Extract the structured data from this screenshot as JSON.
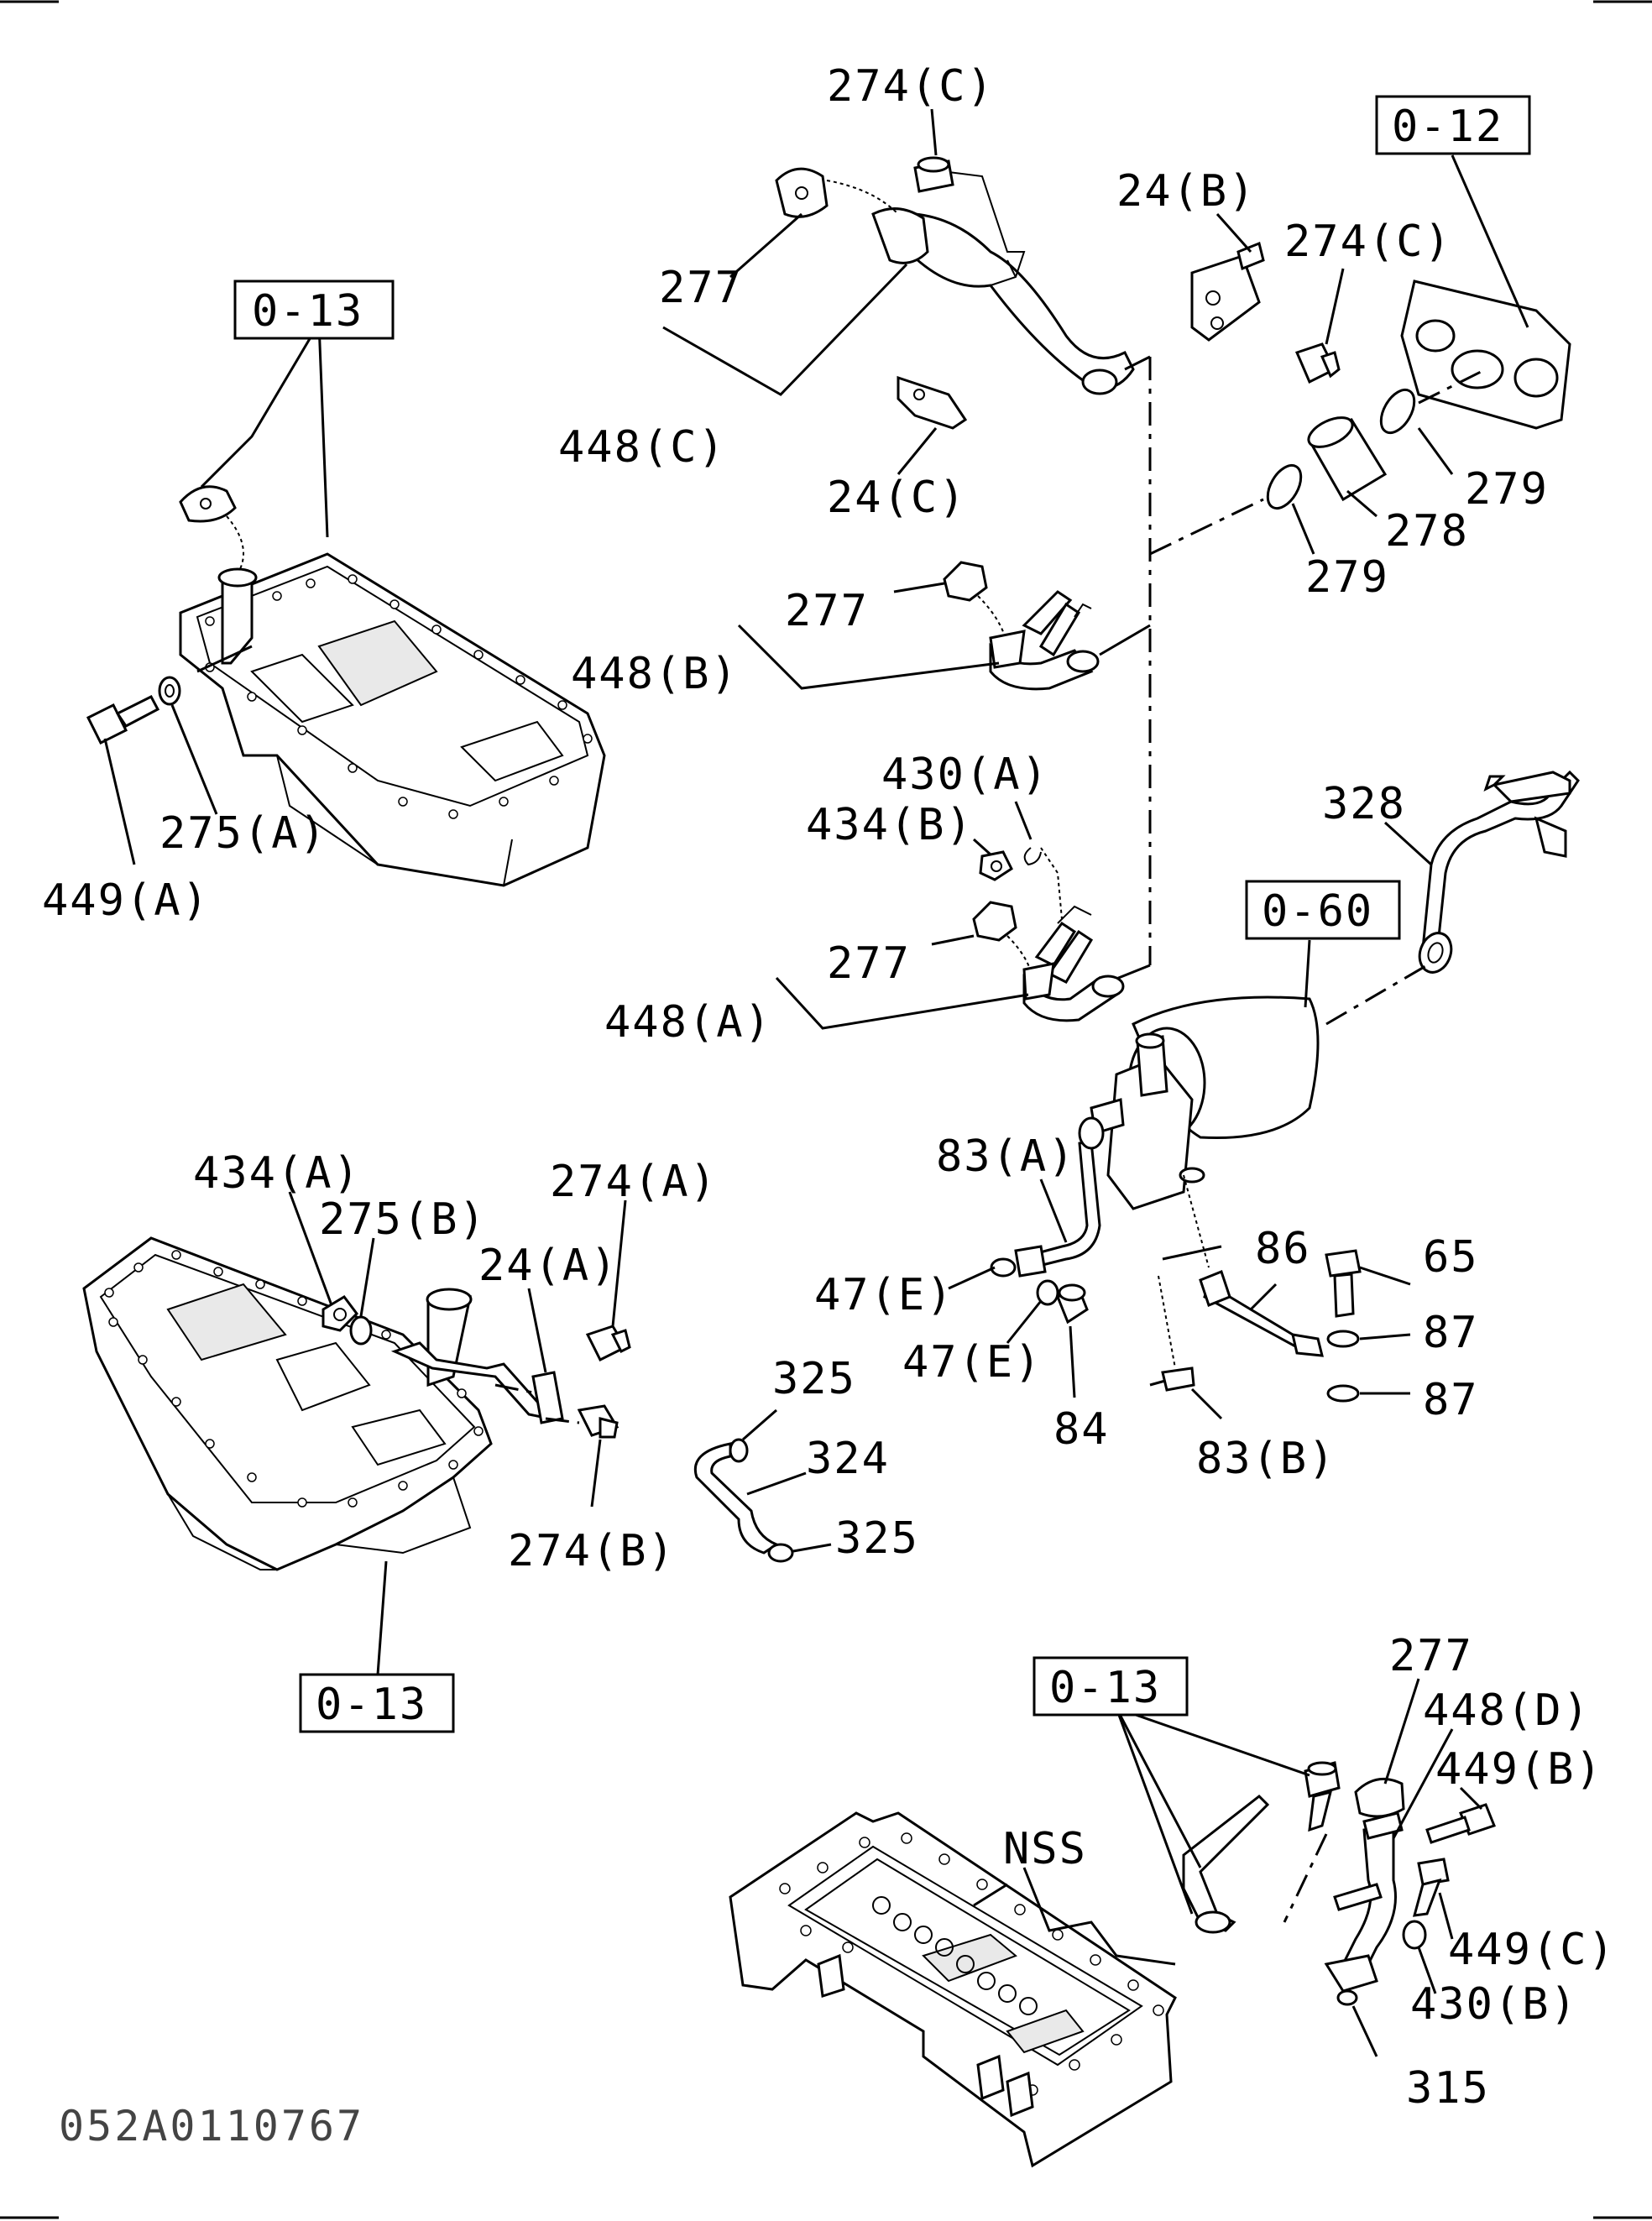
{
  "callouts": {
    "c274c_top": "274(C)",
    "c277_top": "277",
    "c448c": "448(C)",
    "c24c": "24(C)",
    "c24b": "24(B)",
    "c274c_right": "274(C)",
    "c279_right": "279",
    "c278": "278",
    "c279_mid": "279",
    "c277_mid": "277",
    "c448b": "448(B)",
    "c430a": "430(A)",
    "c434b": "434(B)",
    "c277_lower": "277",
    "c448a": "448(A)",
    "c275a": "275(A)",
    "c449a": "449(A)",
    "c328": "328",
    "c83a": "83(A)",
    "c47e_1": "47(E)",
    "c47e_2": "47(E)",
    "c84": "84",
    "c86": "86",
    "c65": "65",
    "c87_1": "87",
    "c87_2": "87",
    "c83b": "83(B)",
    "c434a": "434(A)",
    "c275b": "275(B)",
    "c274a": "274(A)",
    "c24a": "24(A)",
    "c274b": "274(B)",
    "c325_1": "325",
    "c324": "324",
    "c325_2": "325",
    "c277_br": "277",
    "c448d": "448(D)",
    "c449b": "449(B)",
    "c449c": "449(C)",
    "c430b": "430(B)",
    "c315": "315",
    "nss": "NSS"
  },
  "references": {
    "r012": "0-12",
    "r013_a": "0-13",
    "r060": "0-60",
    "r013_b": "0-13",
    "r013_c": "0-13"
  },
  "drawing_code": "052A0110767"
}
